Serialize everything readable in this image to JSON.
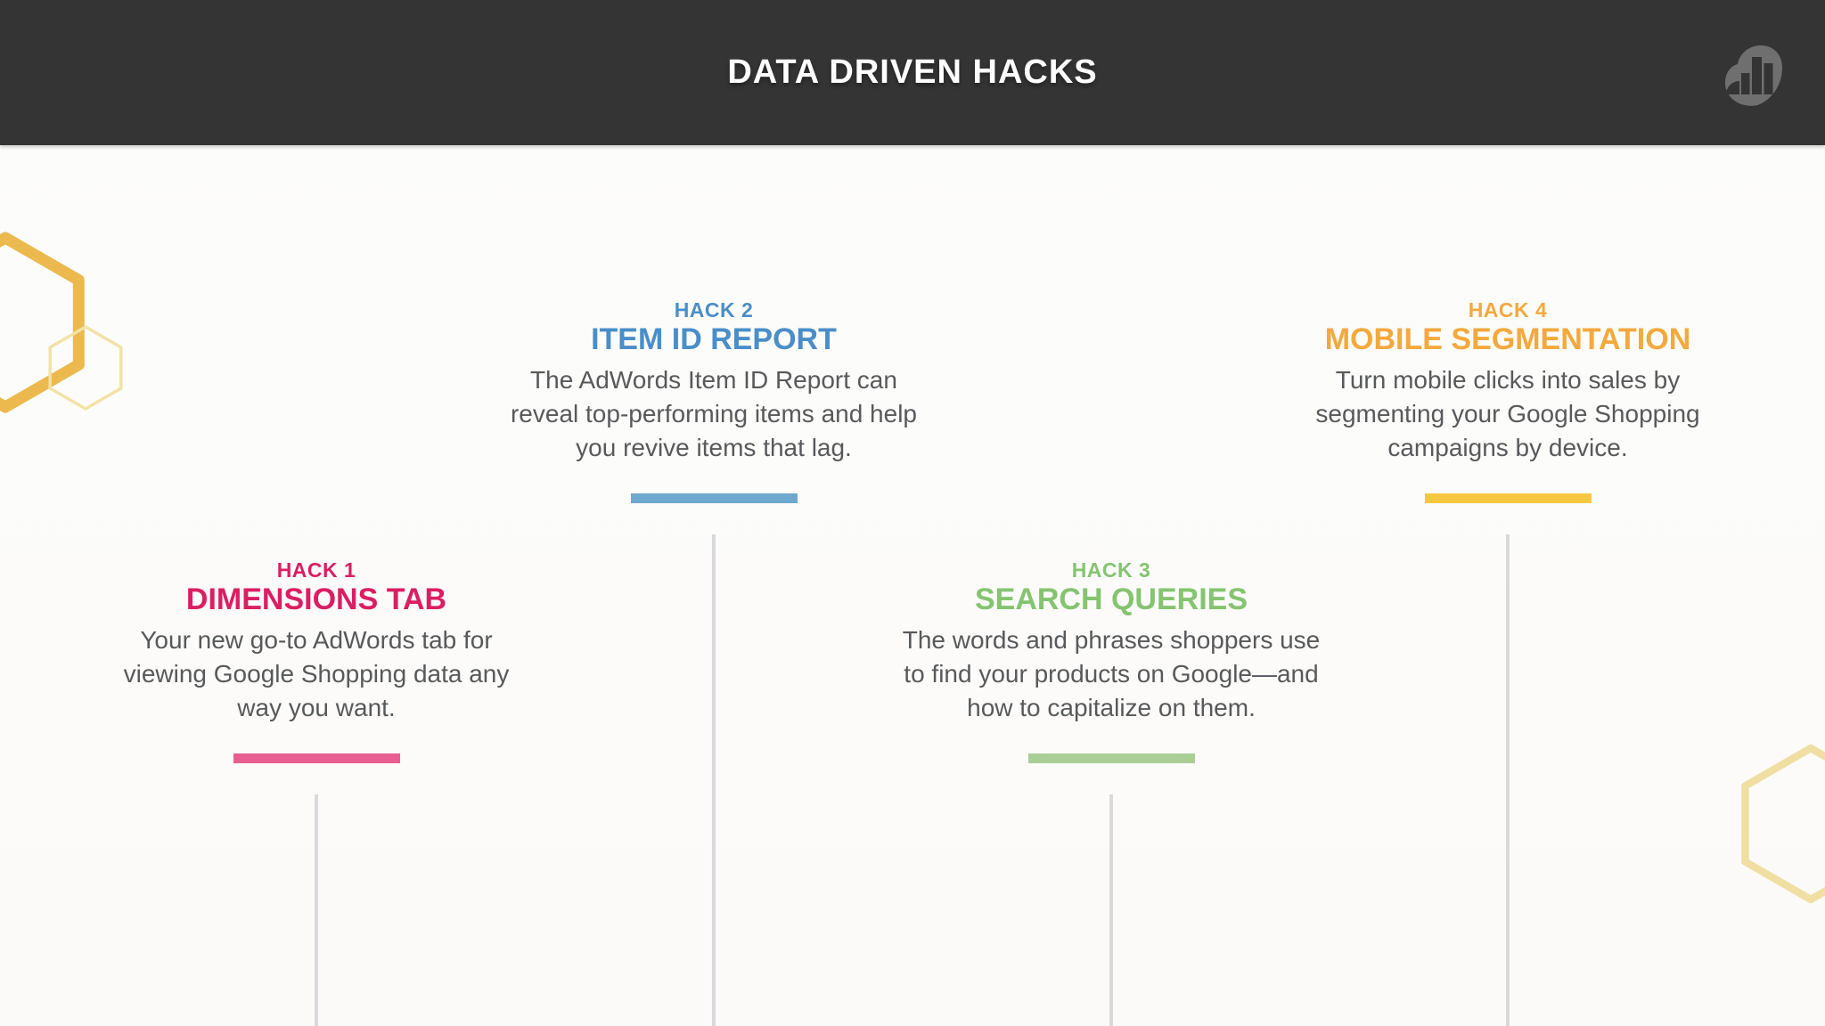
{
  "header": {
    "title": "DATA DRIVEN HACKS",
    "background_color": "#343434",
    "logo_icon": "heart-bar-chart-logo",
    "logo_color": "#6f6f6f"
  },
  "content": {
    "body_text_color": "#58595b"
  },
  "hacks": [
    {
      "label": "HACK 1",
      "title": "DIMENSIONS TAB",
      "description": "Your new go-to AdWords tab for viewing Google Shopping data any way you want.",
      "accent_color": "#db1e63",
      "bar_color": "#e85e90"
    },
    {
      "label": "HACK 2",
      "title": "ITEM ID REPORT",
      "description": "The AdWords Item ID Report can reveal top-performing items and help you revive items that lag.",
      "accent_color": "#4a8ec9",
      "bar_color": "#6fa8cd"
    },
    {
      "label": "HACK 3",
      "title": "SEARCH QUERIES",
      "description": "The words and phrases shoppers use to find your products on Google—and how to capitalize on them.",
      "accent_color": "#85c470",
      "bar_color": "#aacf96"
    },
    {
      "label": "HACK 4",
      "title": "MOBILE SEGMENTATION",
      "description": "Turn mobile clicks into sales by segmenting your Google Shopping campaigns by device.",
      "accent_color": "#f3a93d",
      "bar_color": "#f6c741"
    }
  ],
  "decor": {
    "timeline_line_color": "#d9d9dc",
    "hexagon_large_color": "#ecb94e",
    "hexagon_small_color": "#f3e2a6",
    "hexagon_bottom_right_color": "#f0dfa2"
  }
}
